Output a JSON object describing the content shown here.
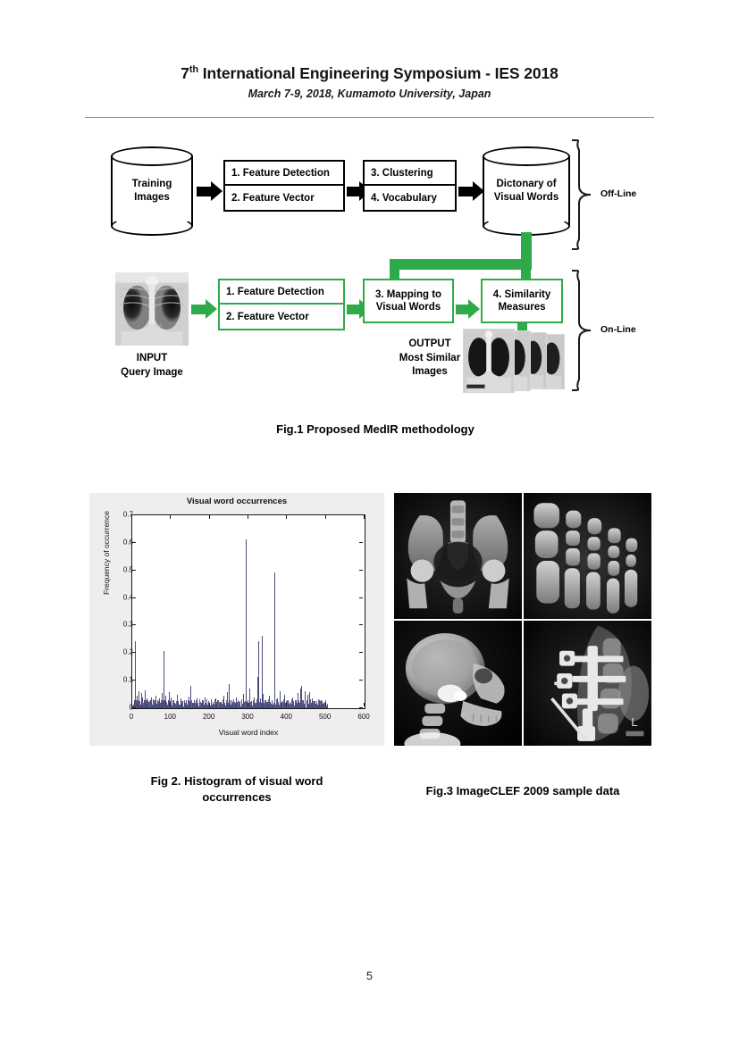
{
  "header": {
    "title_prefix": "7",
    "title_sup": "th",
    "title_rest": " International Engineering Symposium - IES 2018",
    "subtitle": "March 7-9, 2018, Kumamoto University, Japan"
  },
  "figure1": {
    "caption": "Fig.1 Proposed MedIR methodology",
    "accent_green": "#2eab48",
    "offline": {
      "training_db": "Training\nImages",
      "training_db_line1": "Training",
      "training_db_line2": "Images",
      "box1_row1": "1. Feature Detection",
      "box1_row2": "2. Feature Vector",
      "box2_row1": "3. Clustering",
      "box2_row2": "4. Vocabulary",
      "dictionary_line1": "Dictonary of",
      "dictionary_line2": "Visual Words",
      "brace_label": "Off-Line"
    },
    "online": {
      "input_label_line1": "INPUT",
      "input_label_line2": "Query Image",
      "box1_row1": "1. Feature  Detection",
      "box1_row2": "2. Feature Vector",
      "box2_line1": "3. Mapping to",
      "box2_line2": "Visual Words",
      "box3_line1": "4. Similarity",
      "box3_line2": "Measures",
      "output_label_line1": "OUTPUT",
      "output_label_line2": "Most Similar",
      "output_label_line3": "Images",
      "brace_label": "On-Line"
    }
  },
  "figure2": {
    "caption_line1": "Fig 2. Histogram of visual word",
    "caption_line2": "occurrences"
  },
  "figure3": {
    "caption": "Fig.3 ImageCLEF 2009 sample data",
    "images": [
      {
        "name": "pelvis-xray",
        "alt": "Pelvis radiograph"
      },
      {
        "name": "foot-xray",
        "alt": "Foot radiograph"
      },
      {
        "name": "skull-lateral-xray",
        "alt": "Lateral skull radiograph"
      },
      {
        "name": "foot-hardware-xray",
        "alt": "Foot with surgical fixation hardware"
      }
    ]
  },
  "chart_data": {
    "type": "bar",
    "title": "Visual word occurrences",
    "xlabel": "Visual word index",
    "ylabel": "Frequency of occurrence",
    "xlim": [
      0,
      600
    ],
    "ylim": [
      0,
      0.7
    ],
    "xticks": [
      0,
      100,
      200,
      300,
      400,
      500,
      600
    ],
    "yticks": [
      0,
      0.1,
      0.2,
      0.3,
      0.4,
      0.5,
      0.6,
      0.7
    ],
    "grid": false,
    "legend": null,
    "series_color": "#4b4b7d",
    "notes": "Sparse stem histogram; non-zero support ends near index 505.",
    "peaks": [
      {
        "x": 8,
        "y": 0.242
      },
      {
        "x": 80,
        "y": 0.206
      },
      {
        "x": 303,
        "y": 0.611
      },
      {
        "x": 340,
        "y": 0.243
      },
      {
        "x": 350,
        "y": 0.264
      },
      {
        "x": 386,
        "y": 0.494
      }
    ],
    "x": [
      2,
      4,
      6,
      8,
      10,
      12,
      14,
      16,
      18,
      20,
      22,
      24,
      26,
      28,
      30,
      32,
      34,
      36,
      38,
      40,
      42,
      44,
      46,
      48,
      50,
      52,
      54,
      56,
      58,
      60,
      62,
      64,
      66,
      68,
      70,
      72,
      74,
      76,
      78,
      80,
      82,
      84,
      86,
      88,
      90,
      92,
      94,
      96,
      98,
      100,
      103,
      106,
      109,
      112,
      115,
      118,
      121,
      124,
      127,
      130,
      133,
      136,
      139,
      142,
      145,
      148,
      151,
      154,
      157,
      160,
      163,
      166,
      169,
      172,
      175,
      178,
      181,
      184,
      187,
      190,
      193,
      196,
      199,
      202,
      205,
      208,
      211,
      214,
      217,
      220,
      223,
      226,
      229,
      232,
      235,
      238,
      241,
      244,
      247,
      250,
      253,
      256,
      259,
      262,
      265,
      268,
      271,
      274,
      277,
      280,
      283,
      286,
      289,
      292,
      295,
      298,
      301,
      303,
      305,
      308,
      311,
      314,
      317,
      320,
      323,
      326,
      329,
      332,
      335,
      338,
      340,
      343,
      346,
      348,
      350,
      353,
      356,
      359,
      362,
      365,
      368,
      371,
      374,
      377,
      380,
      383,
      386,
      389,
      392,
      395,
      398,
      401,
      404,
      407,
      410,
      413,
      416,
      419,
      422,
      425,
      428,
      431,
      434,
      437,
      440,
      443,
      446,
      449,
      452,
      455,
      458,
      461,
      464,
      467,
      470,
      473,
      476,
      479,
      482,
      485,
      488,
      491,
      494,
      497,
      500,
      503,
      505
    ],
    "y": [
      0.012,
      0.03,
      0.018,
      0.242,
      0.022,
      0.045,
      0.015,
      0.062,
      0.025,
      0.012,
      0.055,
      0.018,
      0.04,
      0.01,
      0.03,
      0.065,
      0.02,
      0.012,
      0.035,
      0.015,
      0.022,
      0.008,
      0.028,
      0.04,
      0.012,
      0.018,
      0.032,
      0.01,
      0.02,
      0.045,
      0.015,
      0.008,
      0.025,
      0.012,
      0.035,
      0.018,
      0.01,
      0.055,
      0.022,
      0.206,
      0.03,
      0.012,
      0.045,
      0.018,
      0.01,
      0.028,
      0.058,
      0.015,
      0.022,
      0.038,
      0.012,
      0.03,
      0.018,
      0.008,
      0.048,
      0.02,
      0.012,
      0.035,
      0.015,
      0.025,
      0.01,
      0.018,
      0.03,
      0.012,
      0.042,
      0.015,
      0.082,
      0.02,
      0.01,
      0.028,
      0.015,
      0.035,
      0.012,
      0.022,
      0.008,
      0.018,
      0.03,
      0.012,
      0.04,
      0.015,
      0.01,
      0.025,
      0.018,
      0.032,
      0.012,
      0.02,
      0.008,
      0.035,
      0.015,
      0.028,
      0.01,
      0.018,
      0.022,
      0.012,
      0.045,
      0.015,
      0.01,
      0.058,
      0.02,
      0.088,
      0.012,
      0.03,
      0.015,
      0.022,
      0.01,
      0.038,
      0.018,
      0.012,
      0.025,
      0.008,
      0.015,
      0.052,
      0.02,
      0.611,
      0.012,
      0.03,
      0.018,
      0.072,
      0.01,
      0.025,
      0.015,
      0.04,
      0.012,
      0.02,
      0.115,
      0.243,
      0.035,
      0.018,
      0.264,
      0.052,
      0.015,
      0.03,
      0.012,
      0.022,
      0.01,
      0.045,
      0.018,
      0.028,
      0.012,
      0.02,
      0.494,
      0.015,
      0.035,
      0.01,
      0.062,
      0.018,
      0.025,
      0.012,
      0.048,
      0.02,
      0.015,
      0.03,
      0.01,
      0.022,
      0.012,
      0.038,
      0.018,
      0.015,
      0.028,
      0.01,
      0.055,
      0.02,
      0.072,
      0.082,
      0.03,
      0.015,
      0.062,
      0.022,
      0.048,
      0.012,
      0.058,
      0.018,
      0.035,
      0.01,
      0.025,
      0.015,
      0.02,
      0.012,
      0.03,
      0.008,
      0.028,
      0.015
    ]
  },
  "page": {
    "number": "5"
  }
}
